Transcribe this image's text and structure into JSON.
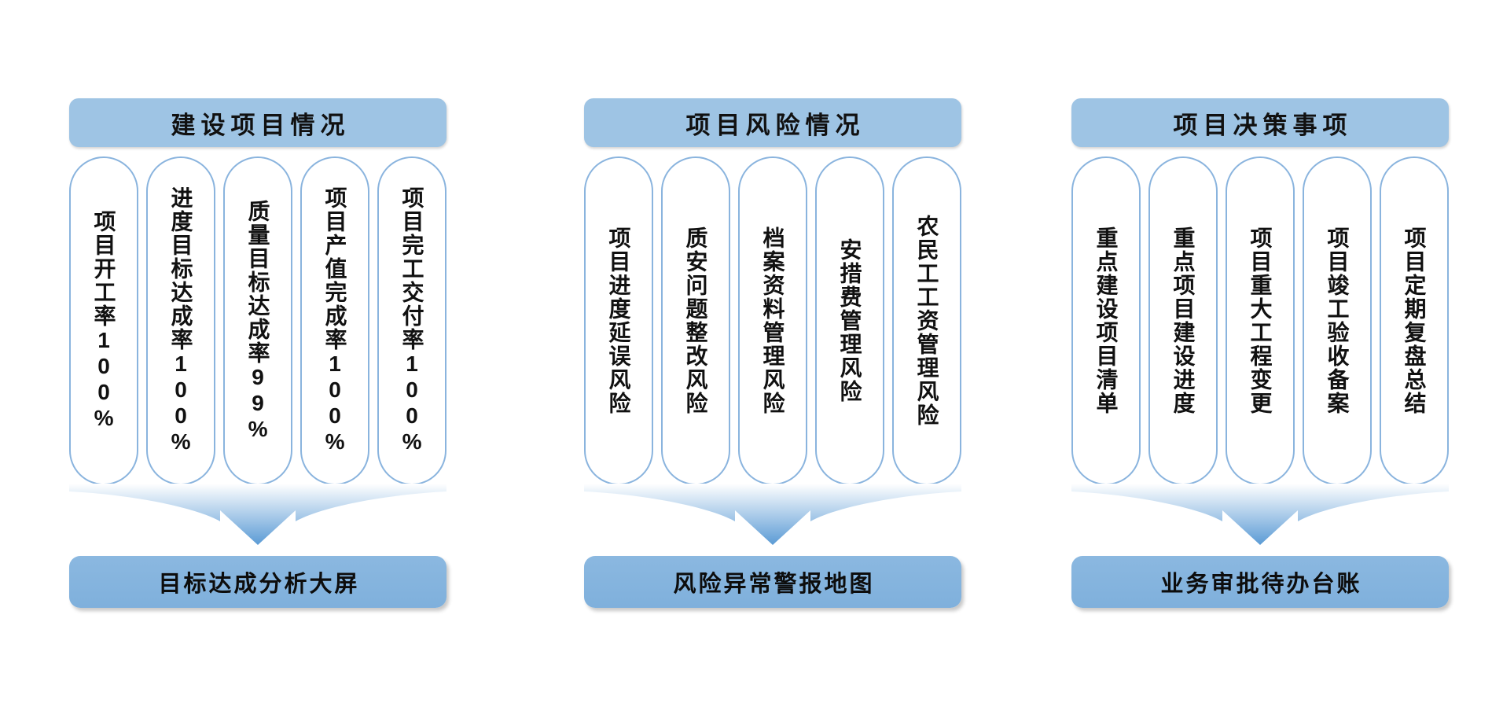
{
  "colors": {
    "header_fill": "#9ec4e4",
    "card_border": "#8ab4de",
    "bottom_fill": "#84b4de",
    "text": "#111111",
    "background": "#ffffff"
  },
  "groups": [
    {
      "header": "建设项目情况",
      "cards": [
        "项目开工率100%",
        "进度目标达成率100%",
        "质量目标达成率99%",
        "项目产值完成率100%",
        "项目完工交付率100%"
      ],
      "bottom": "目标达成分析大屏"
    },
    {
      "header": "项目风险情况",
      "cards": [
        "项目进度延误风险",
        "质安问题整改风险",
        "档案资料管理风险",
        "安措费管理风险",
        "农民工工资管理风险"
      ],
      "bottom": "风险异常警报地图"
    },
    {
      "header": "项目决策事项",
      "cards": [
        "重点建设项目清单",
        "重点项目建设进度",
        "项目重大工程变更",
        "项目竣工验收备案",
        "项目定期复盘总结"
      ],
      "bottom": "业务审批待办台账"
    }
  ]
}
